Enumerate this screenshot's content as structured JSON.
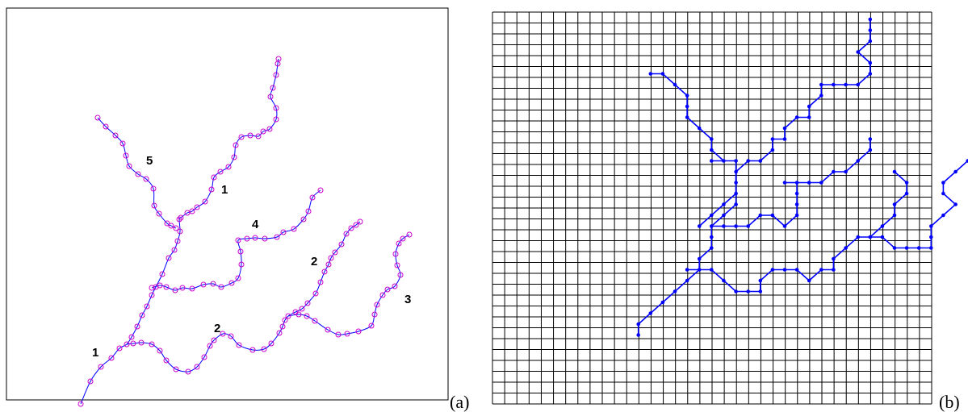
{
  "colors": {
    "curve": "#0000ff",
    "marker": "#cc00cc",
    "graph": "#0000ff",
    "grid": "#000000",
    "frame": "#000000"
  },
  "panel_a": {
    "tag": "(a)",
    "labels": [
      "5",
      "1",
      "4",
      "2",
      "2",
      "3",
      "1"
    ]
  },
  "panel_b": {
    "tag": "(b)",
    "grid_cells": 36
  }
}
